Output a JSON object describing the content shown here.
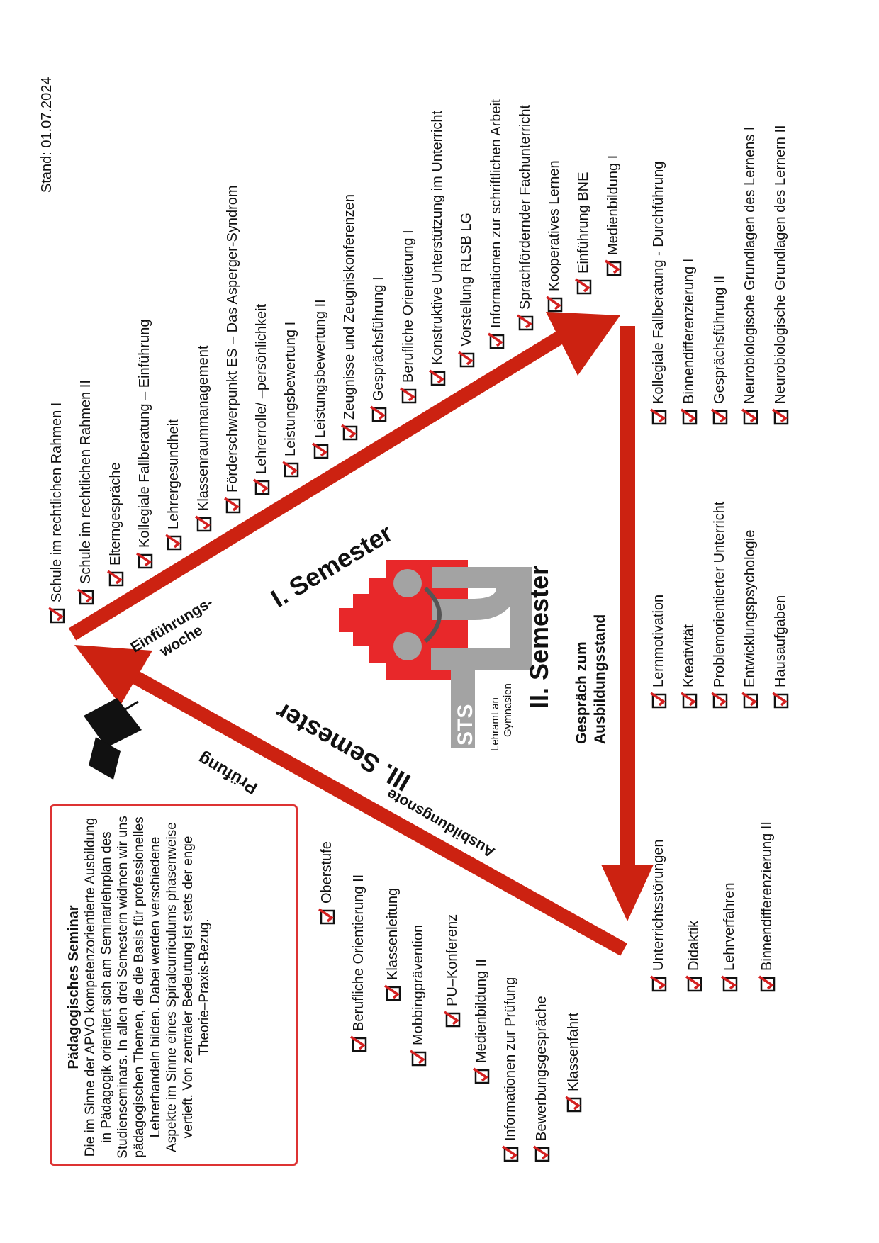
{
  "stand": "Stand: 01.07.2024",
  "semester1": {
    "title": "I. Semester",
    "einfuehrungswoche_line1": "Einführungs-",
    "einfuehrungswoche_line2": "woche",
    "items": [
      "Schule im rechtlichen Rahmen I",
      "Schule im rechtlichen Rahmen II",
      "Elterngespräche",
      "Kollegiale Fallberatung – Einführung",
      "Lehrergesundheit",
      "Klassenraummanagement",
      "Förderschwerpunkt ES – Das Asperger-Syndrom",
      "Lehrerrolle/ –persönlichkeit",
      "Leistungsbewertung I",
      "Leistungsbewertung II",
      "Zeugnisse und Zeugniskonferenzen",
      "Gesprächsführung I",
      "Berufliche Orientierung I",
      "Konstruktive Unterstützung im Unterricht",
      "Vorstellung RLSB LG",
      "Informationen zur schriftlichen Arbeit",
      "Sprachfördernder Fachunterricht",
      "Kooperatives Lernen",
      "Einführung BNE",
      "Medienbildung I"
    ]
  },
  "semester2": {
    "title": "II. Semester",
    "gespraech_line1": "Gespräch zum",
    "gespraech_line2": "Ausbildungsstand",
    "items_right": [
      "Kollegiale Fallberatung - Durchführung",
      "Binnendifferenzierung I",
      "Gesprächsführung II",
      "Neurobiologische Grundlagen des Lernens I",
      "Neurobiologische Grundlagen des Lernern II"
    ],
    "items_mid": [
      "Lernmotivation",
      "Kreativität",
      "Problemorientierter Unterricht",
      "Entwicklungspsychologie",
      "Hausaufgaben"
    ],
    "items_low": [
      "Unterrichtsstörungen",
      "Didaktik",
      "Lehrverfahren",
      "Binnendifferenzierung II"
    ]
  },
  "semester3": {
    "title": "III. Semester",
    "ausbildungsnote": "Ausbildungsnote",
    "pruefung": "Prüfung",
    "items": [
      "Oberstufe",
      "Berufliche Orientierung II",
      "Klassenleitung",
      "Mobbingprävention",
      "PU–Konferenz",
      "Medienbildung II",
      "Informationen zur Prüfung",
      "Bewerbungsgespräche",
      "Klassenfahrt"
    ]
  },
  "logo": {
    "letters": "STS",
    "line1": "Lehramt an",
    "line2": "Gymnasien"
  },
  "info": {
    "title": "Pädagogisches Seminar",
    "text": "Die im Sinne der APVO kompetenzorientierte Ausbildung in Pädagogik orientiert sich am Seminarlehrplan des Studienseminars. In allen drei Semestern widmen wir uns pädagogischen Themen, die die Basis für professionelles Lehrerhandeln bilden. Dabei werden verschiedene Aspekte im Sinne eines Spiralcurriculums phasenweise vertieft. Von zentraler Bedeutung ist stets der enge Theorie–Praxis-Bezug."
  },
  "colors": {
    "arrow": "#cc2211",
    "check": "#d42020",
    "logo_red": "#e8282a",
    "logo_grey": "#a3a3a3",
    "box_border": "#dd3333"
  },
  "icons": [
    "checkbox-check-icon",
    "graduation-cap-icon",
    "sts-logo"
  ]
}
